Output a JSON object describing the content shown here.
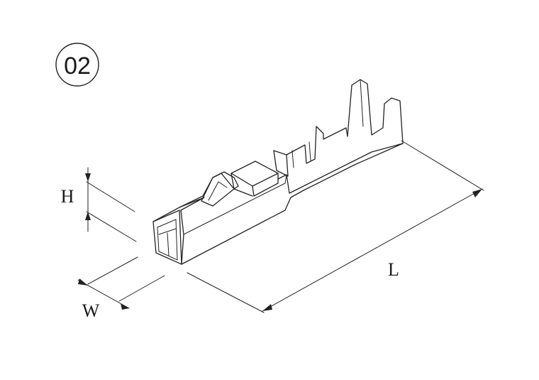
{
  "diagram": {
    "badge": "02",
    "dimensions": {
      "height_label": "H",
      "width_label": "W",
      "length_label": "L"
    },
    "colors": {
      "line": "#222222",
      "background": "#ffffff"
    }
  }
}
